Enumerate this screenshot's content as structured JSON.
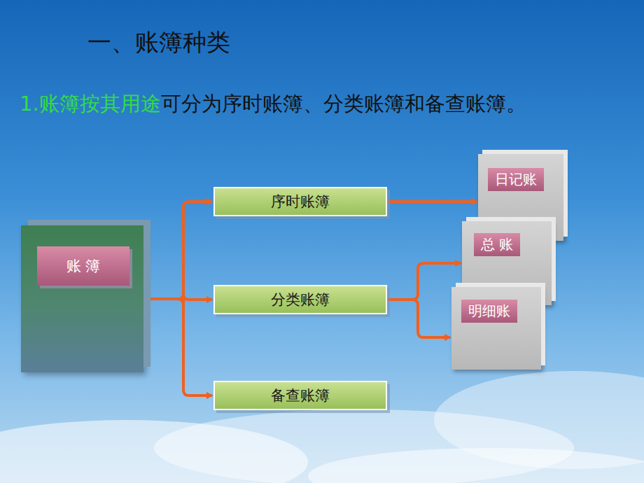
{
  "diagram": {
    "title": "一、账簿种类",
    "nodes": [
      {
        "text": [
          "账 簿"
        ]
      },
      {
        "text": [
          "序时账簿"
        ]
      },
      {
        "text": [
          "分类账簿"
        ]
      },
      {
        "text": [
          "备查账簿"
        ]
      },
      {
        "text": [
          "日记账"
        ]
      },
      {
        "text": [
          "总 账"
        ]
      },
      {
        "text": [
          "明细账"
        ]
      }
    ],
    "edges": [
      {
        "from": 0,
        "to": 1,
        "arrow": "to"
      },
      {
        "from": 0,
        "to": 2,
        "arrow": "to"
      },
      {
        "from": 0,
        "to": 3,
        "arrow": "to"
      },
      {
        "from": 1,
        "to": 4,
        "arrow": "to"
      },
      {
        "from": 2,
        "to": 5,
        "arrow": "to"
      },
      {
        "from": 2,
        "to": 6,
        "arrow": "to"
      }
    ],
    "labels": [
      "1.账簿按其用途",
      "可分为序时账簿、分类账簿和备查账簿。"
    ]
  }
}
